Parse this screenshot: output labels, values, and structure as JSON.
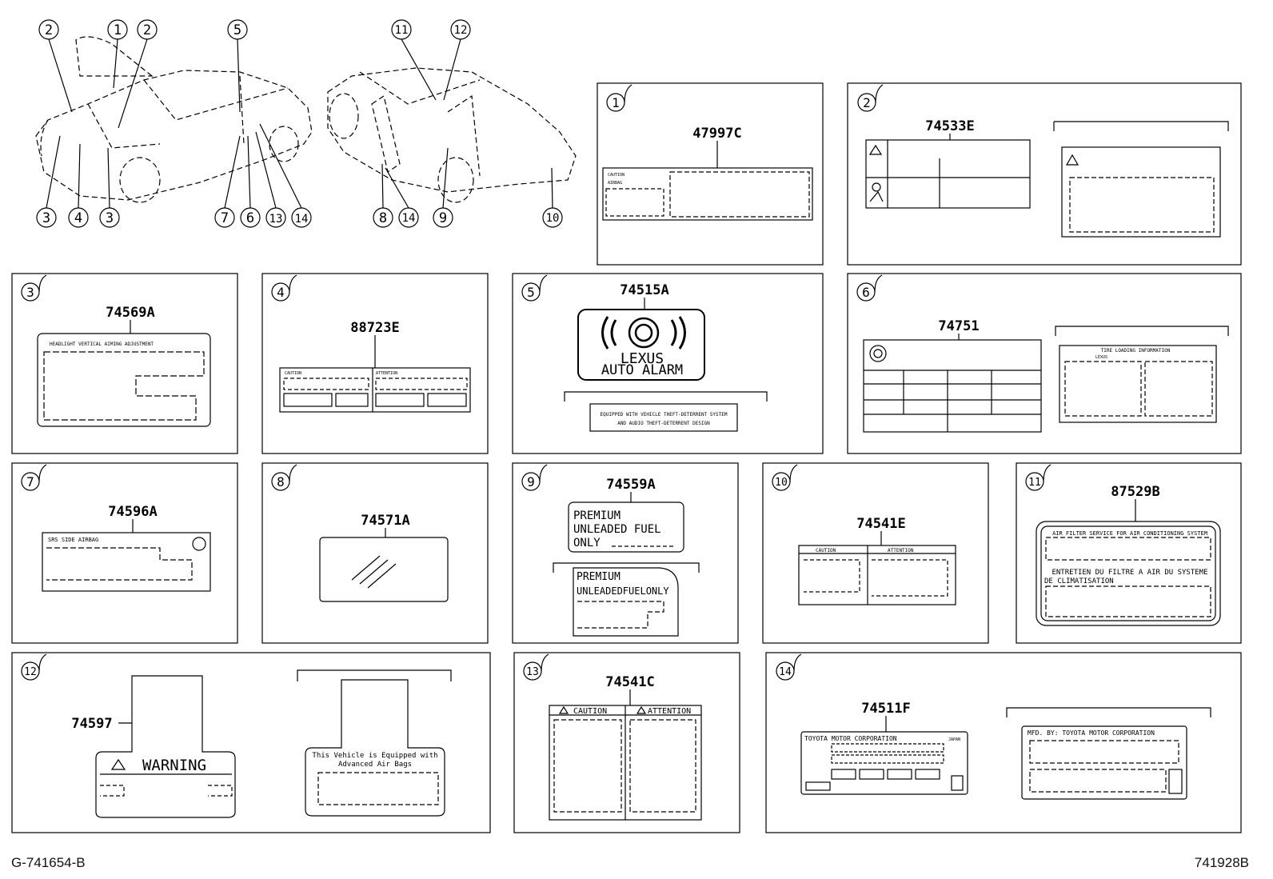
{
  "panels": [
    {
      "num": "1",
      "part": "47997C",
      "texts": [
        "CAUTION",
        "AIRBAG"
      ]
    },
    {
      "num": "2",
      "part": "74533E",
      "texts": []
    },
    {
      "num": "3",
      "part": "74569A",
      "texts": [
        "HEADLIGHT VERTICAL AIMING ADJUSTMENT"
      ]
    },
    {
      "num": "4",
      "part": "88723E",
      "texts": [
        "CAUTION",
        "ATTENTION"
      ]
    },
    {
      "num": "5",
      "part": "74515A",
      "texts": [
        "LEXUS",
        "AUTO ALARM",
        "EQUIPPED WITH VEHICLE THEFT-DETERRENT SYSTEM",
        "AND AUDIO THEFT-DETERRENT DESIGN"
      ]
    },
    {
      "num": "6",
      "part": "74751",
      "texts": [
        "TIRE LOADING INFORMATION",
        "LEXUS"
      ]
    },
    {
      "num": "7",
      "part": "74596A",
      "texts": [
        "SRS SIDE AIRBAG"
      ]
    },
    {
      "num": "8",
      "part": "74571A",
      "texts": []
    },
    {
      "num": "9",
      "part": "74559A",
      "texts": [
        "PREMIUM",
        "UNLEADED FUEL",
        "ONLY",
        "PREMIUM",
        "UNLEADEDFUELONLY"
      ]
    },
    {
      "num": "10",
      "part": "74541E",
      "texts": [
        "CAUTION",
        "ATTENTION"
      ]
    },
    {
      "num": "11",
      "part": "87529B",
      "texts": [
        "AIR FILTER SERVICE FOR AIR CONDITIONING SYSTEM",
        "ENTRETIEN DU FILTRE A AIR DU SYSTEME",
        "DE CLIMATISATION"
      ]
    },
    {
      "num": "12",
      "part": "74597",
      "texts": [
        "WARNING",
        "This Vehicle is Equipped with",
        "Advanced Air Bags"
      ]
    },
    {
      "num": "13",
      "part": "74541C",
      "texts": [
        "CAUTION",
        "ATTENTION"
      ]
    },
    {
      "num": "14",
      "part": "74511F",
      "texts": [
        "TOYOTA MOTOR CORPORATION",
        "JAPAN",
        "MFD. BY: TOYOTA MOTOR CORPORATION"
      ]
    }
  ],
  "callouts_left": [
    "2",
    "1",
    "2",
    "5",
    "3",
    "4",
    "3",
    "7",
    "6",
    "13",
    "14"
  ],
  "callouts_right": [
    "11",
    "12",
    "8",
    "14",
    "9",
    "10"
  ],
  "footer": {
    "left": "G-741654-B",
    "right": "741928B"
  }
}
